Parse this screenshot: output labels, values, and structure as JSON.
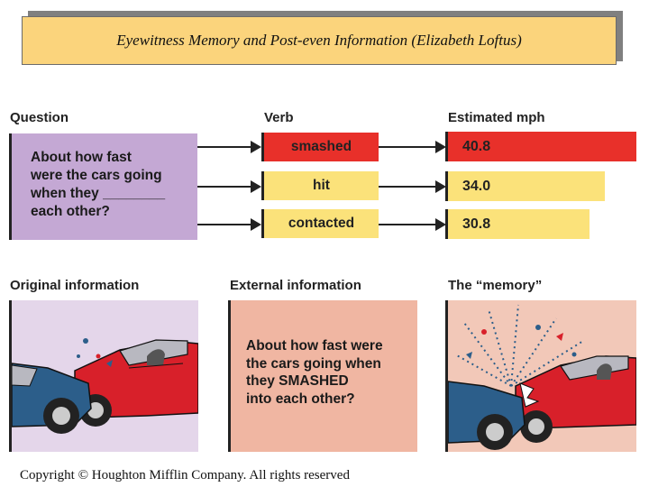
{
  "title": "Eyewitness Memory and Post-even Information (Elizabeth Loftus)",
  "headers": {
    "question": "Question",
    "verb": "Verb",
    "estimated_mph": "Estimated mph",
    "original_information": "Original information",
    "external_information": "External information",
    "memory": "The “memory”"
  },
  "question_lines": [
    "About how fast",
    "were the cars going",
    "when they ________",
    "each other?"
  ],
  "rows": [
    {
      "verb": "smashed",
      "mph": "40.8",
      "color": "#e8302a",
      "mph_value": 40.8
    },
    {
      "verb": "hit",
      "mph": "34.0",
      "color": "#fbe27a",
      "mph_value": 34.0
    },
    {
      "verb": "contacted",
      "mph": "30.8",
      "color": "#fbe27a",
      "mph_value": 30.8
    }
  ],
  "external_lines": [
    "About how fast were",
    "the cars going when",
    "they SMASHED",
    "into each other?"
  ],
  "copyright": "Copyright © Houghton Mifflin Company.  All rights reserved",
  "colors": {
    "title_bg": "#fbd47c",
    "question_bg": "#c4a8d4",
    "original_bg": "#e4d6ea",
    "external_bg": "#f0b6a2",
    "memory_bg": "#f2c8b8"
  },
  "icons": [
    "car-crash-illustration",
    "car-crash-with-glass-illustration"
  ]
}
